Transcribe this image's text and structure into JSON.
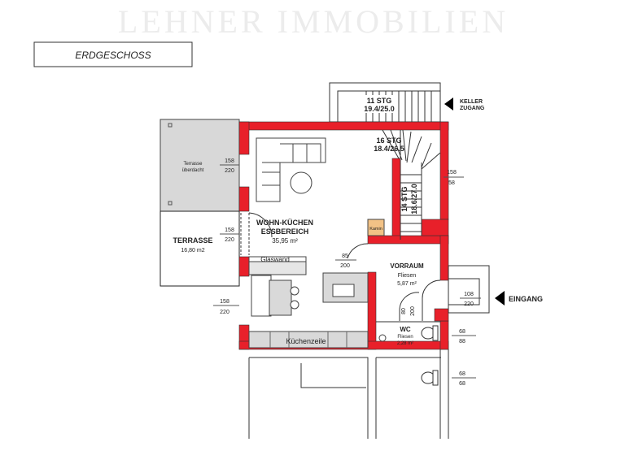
{
  "title": "ERDGESCHOSS",
  "watermark": "LEHNER IMMOBILIEN",
  "colors": {
    "wall": "#e8202a",
    "covered_terrace": "#d8d8d8",
    "kamin": "#f2c286",
    "kitchen": "#d9d9d9"
  },
  "stairs": {
    "keller": {
      "steps": "11 STG",
      "ratio": "19.4/25.0",
      "label1": "KELLER",
      "label2": "ZUGANG"
    },
    "upper1": {
      "steps": "16 STG",
      "ratio": "18.4/26.5"
    },
    "upper2": {
      "steps": "14 STG",
      "ratio": "18.6/27.0"
    }
  },
  "rooms": {
    "terrace_covered": {
      "line1": "Terrasse",
      "line2": "überdacht"
    },
    "terrace": {
      "name": "TERRASSE",
      "area": "16,80 m2"
    },
    "living": {
      "name1": "WOHN-KÜCHEN",
      "name2": "ESSBEREICH",
      "area": "35,95 m²"
    },
    "vorraum": {
      "name": "VORRAUM",
      "floor": "Fliesen",
      "area": "5,87 m²"
    },
    "wc": {
      "name": "WC",
      "floor": "Fliesen",
      "area": "2,28 m²"
    }
  },
  "labels": {
    "glaswand": "Glaswand",
    "kuechenzeile": "Küchenzeile",
    "kamin": "Kamin",
    "eingang": "EINGANG"
  },
  "dimensions": [
    {
      "w": "158",
      "h": "220"
    },
    {
      "w": "158",
      "h": "220"
    },
    {
      "w": "158",
      "h": "220"
    },
    {
      "w": "158",
      "h": "58"
    },
    {
      "w": "85",
      "h": "200"
    },
    {
      "w": "80",
      "h": "200"
    },
    {
      "w": "108",
      "h": "220"
    },
    {
      "w": "68",
      "h": "88"
    },
    {
      "w": "68",
      "h": "68"
    }
  ]
}
